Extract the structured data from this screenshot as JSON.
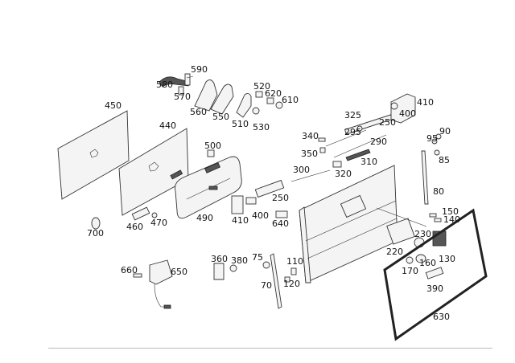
{
  "diagram": {
    "labels": [
      "450",
      "440",
      "580",
      "590",
      "570",
      "560",
      "550",
      "510",
      "530",
      "520",
      "620",
      "610",
      "325",
      "250",
      "400",
      "410",
      "340",
      "295",
      "350",
      "290",
      "320",
      "310",
      "300",
      "500",
      "250",
      "410",
      "400",
      "640",
      "490",
      "460",
      "470",
      "700",
      "95",
      "90",
      "85",
      "80",
      "150",
      "140",
      "230",
      "220",
      "160",
      "130",
      "170",
      "390",
      "630",
      "360",
      "380",
      "75",
      "110",
      "120",
      "70",
      "660",
      "650"
    ]
  }
}
